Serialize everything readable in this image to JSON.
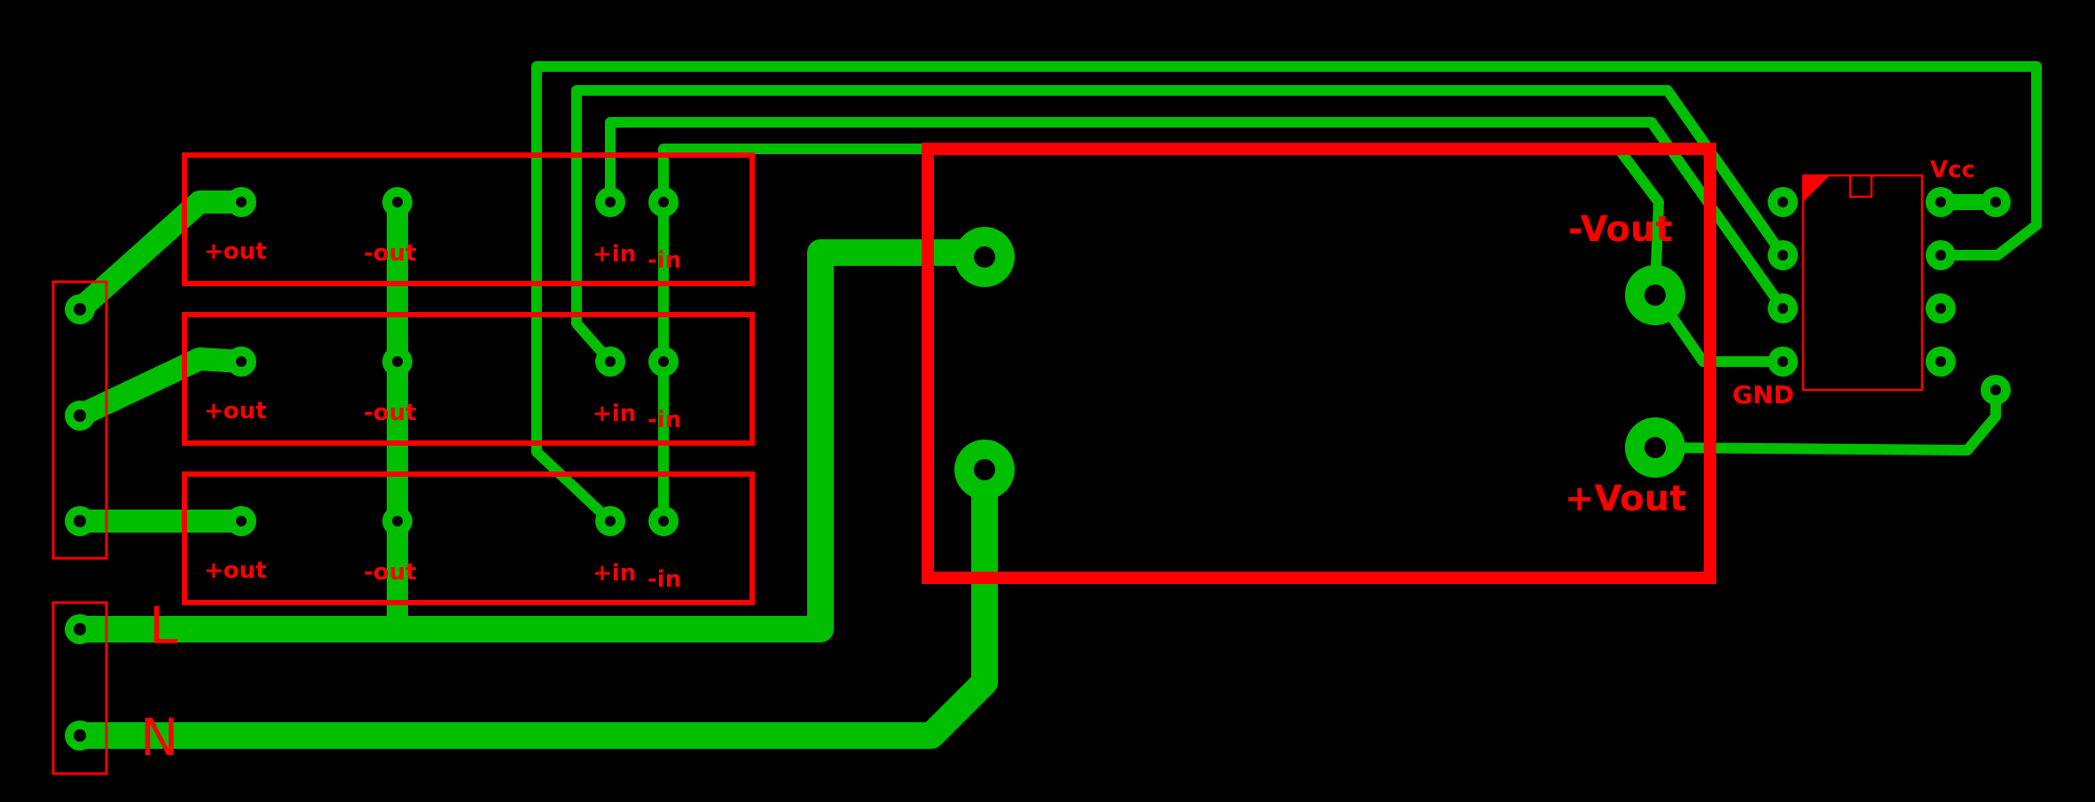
{
  "colors": {
    "background": "#000000",
    "copper": "#00bf00",
    "silkscreen": "#ff0000"
  },
  "relays": [
    {
      "plus_out": "+out",
      "minus_out": "-out",
      "plus_in": "+in",
      "minus_in": "-in"
    },
    {
      "plus_out": "+out",
      "minus_out": "-out",
      "plus_in": "+in",
      "minus_in": "-in"
    },
    {
      "plus_out": "+out",
      "minus_out": "-out",
      "plus_in": "+in",
      "minus_in": "-in"
    }
  ],
  "power_module": {
    "minus_vout": "-Vout",
    "plus_vout": "+Vout"
  },
  "ic": {
    "vcc": "Vcc",
    "gnd": "GND"
  },
  "mains": {
    "line": "L",
    "neutral": "N"
  }
}
